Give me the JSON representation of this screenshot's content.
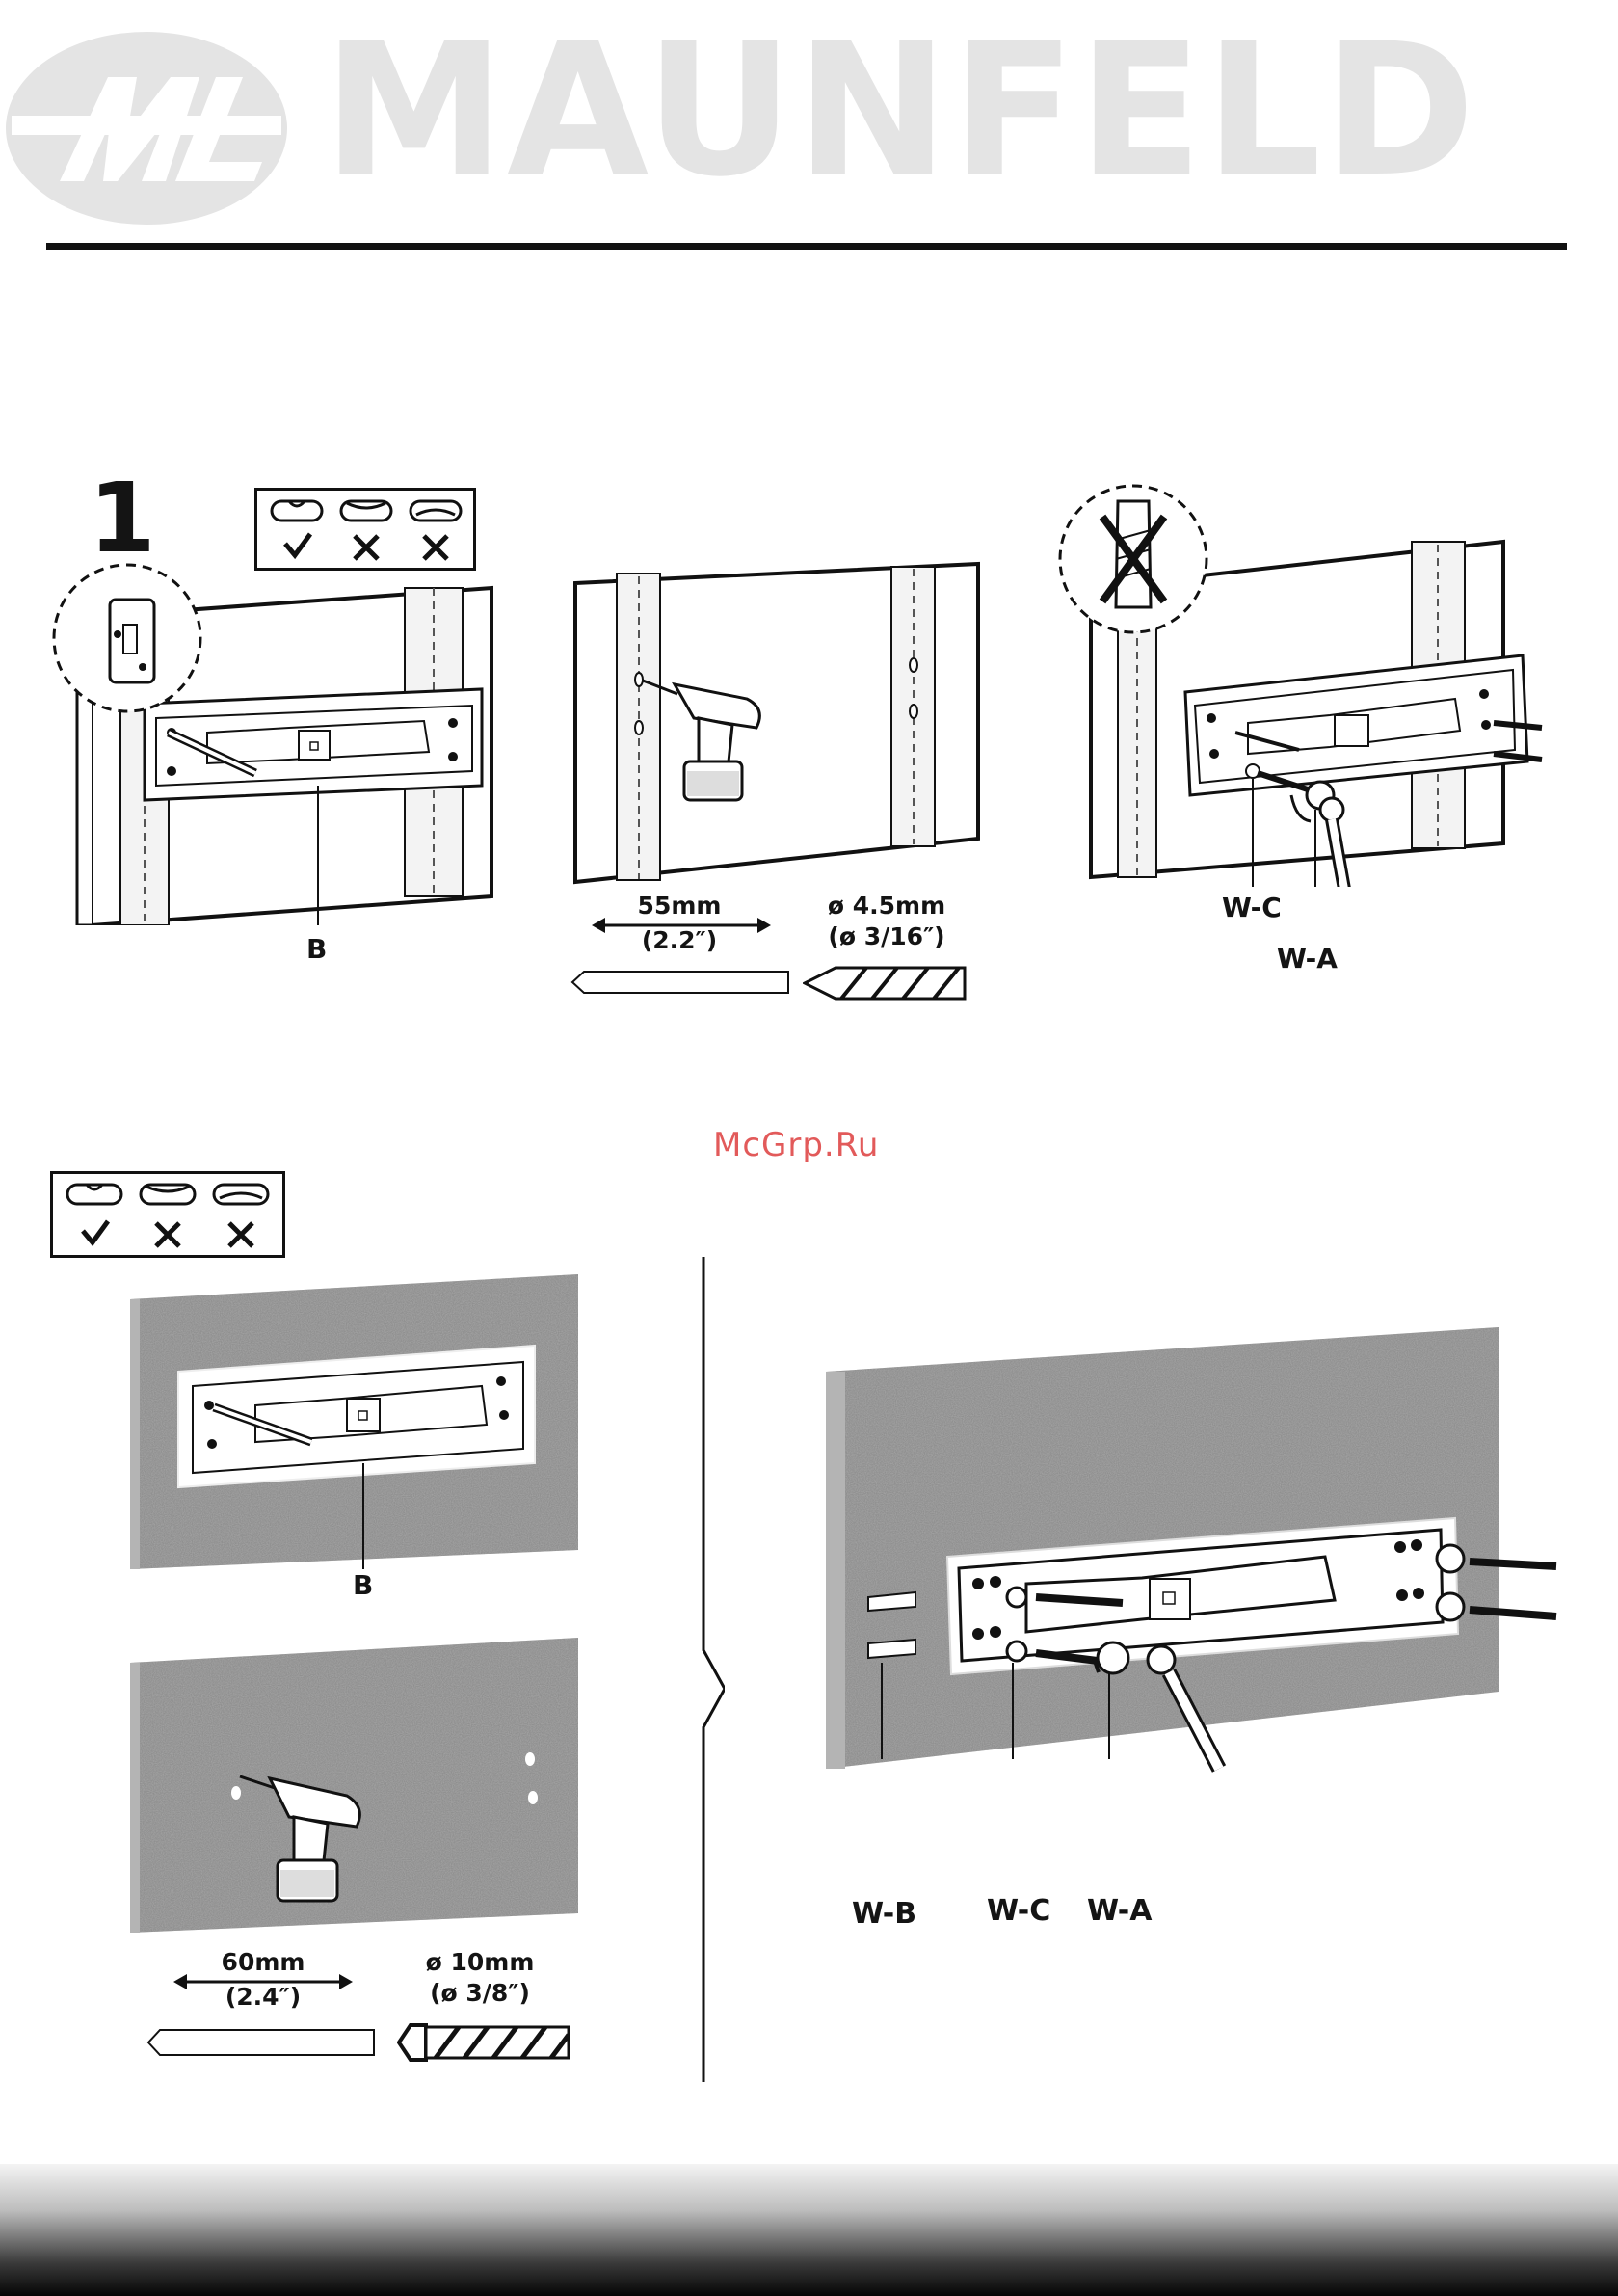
{
  "header": {
    "brand": "MAUNFELD",
    "logo_letters": "M"
  },
  "watermark": "McGrp.Ru",
  "step1": {
    "number": "1",
    "label_bracket": "B",
    "depth": "55mm",
    "depth_imperial": "(2.2″)",
    "diameter": "ø 4.5mm",
    "diameter_imperial": "(ø 3/16″)",
    "label_washer_c": "W-C",
    "label_washer_a": "W-A"
  },
  "step2": {
    "label_bracket": "B",
    "depth": "60mm",
    "depth_imperial": "(2.4″)",
    "diameter": "ø 10mm",
    "diameter_imperial": "(ø 3/8″)",
    "label_washer_b": "W-B",
    "label_washer_c": "W-C",
    "label_washer_a": "W-A"
  },
  "icons": [
    "check-icon",
    "cross-icon",
    "cross-icon"
  ],
  "colors": {
    "ink": "#141414",
    "brand_grey": "#e4e4e4",
    "watermark": "#e25a5a",
    "concrete": "#8f8f8f"
  }
}
